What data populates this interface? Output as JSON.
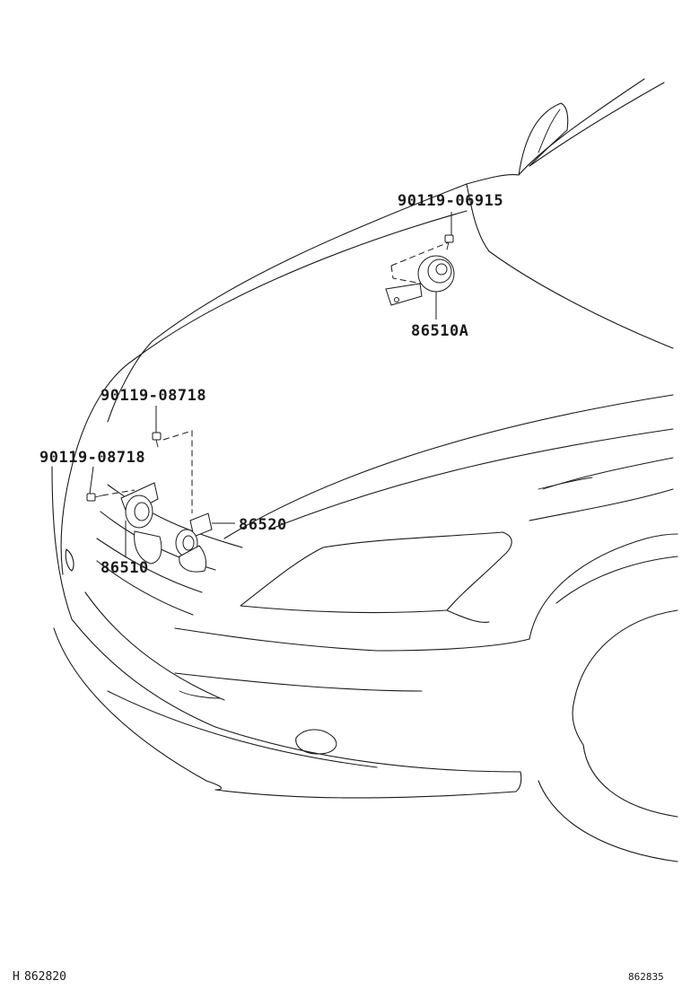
{
  "parts": {
    "bolt_upper": "90119-06915",
    "horn_high": "86510A",
    "bolt_left_1": "90119-08718",
    "bolt_left_2": "90119-08718",
    "horn_right": "86520",
    "horn_left": "86510"
  },
  "footer": {
    "left_code": "862820",
    "left_prefix": "H",
    "right_code": "862835"
  }
}
